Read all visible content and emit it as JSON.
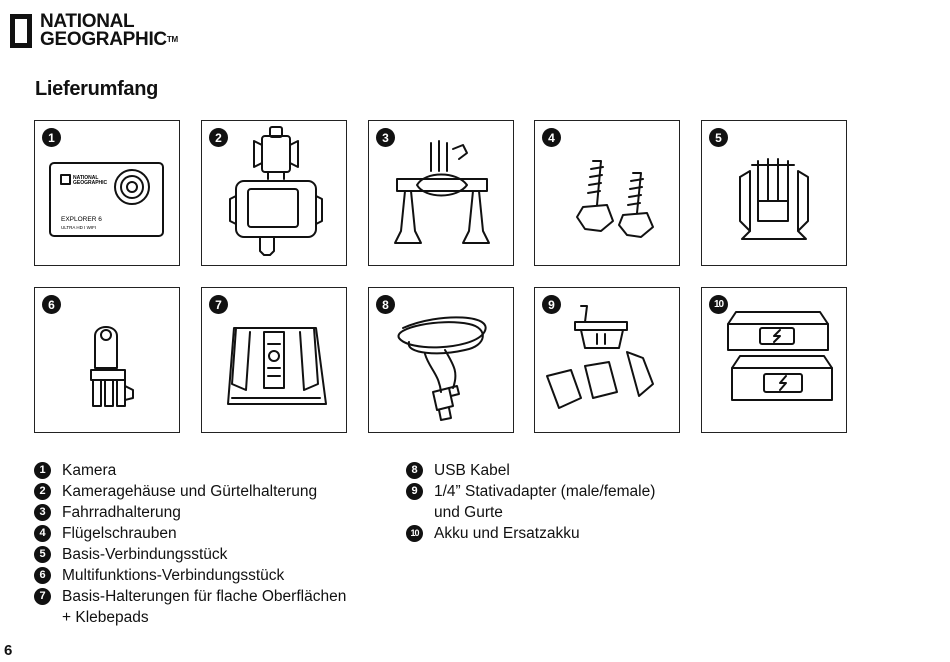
{
  "brand": {
    "line1": "NATIONAL",
    "line2": "GEOGRAPHIC",
    "trademark": "TM"
  },
  "heading": "Lieferumfang",
  "camera_label": {
    "brand1": "NATIONAL",
    "brand2": "GEOGRAPHIC",
    "model": "EXPLORER 6",
    "spec": "ULTRA HD  I  WIFI"
  },
  "items": [
    {
      "num": "1",
      "label": "Kamera",
      "icon": "camera-icon"
    },
    {
      "num": "2",
      "label": "Kameragehäuse und Gürtelhalterung",
      "icon": "camera-housing-icon"
    },
    {
      "num": "3",
      "label": "Fahrradhalterung",
      "icon": "bike-mount-icon"
    },
    {
      "num": "4",
      "label": "Flügelschrauben",
      "icon": "thumb-screws-icon"
    },
    {
      "num": "5",
      "label": "Basis-Verbindungsstück",
      "icon": "base-connector-icon"
    },
    {
      "num": "6",
      "label": "Multifunktions-Verbindungsstück",
      "icon": "multi-connector-icon"
    },
    {
      "num": "7",
      "label": "Basis-Halterungen für flache Oberflächen",
      "label2": "+ Klebepads",
      "icon": "flat-mount-icon"
    },
    {
      "num": "8",
      "label": "USB Kabel",
      "icon": "usb-cable-icon"
    },
    {
      "num": "9",
      "label": "1/4” Stativadapter (male/female)",
      "label2": "und Gurte",
      "icon": "tripod-adapter-icon"
    },
    {
      "num": "10",
      "label": "Akku und Ersatzakku",
      "icon": "battery-icon"
    }
  ],
  "page_number": "6"
}
